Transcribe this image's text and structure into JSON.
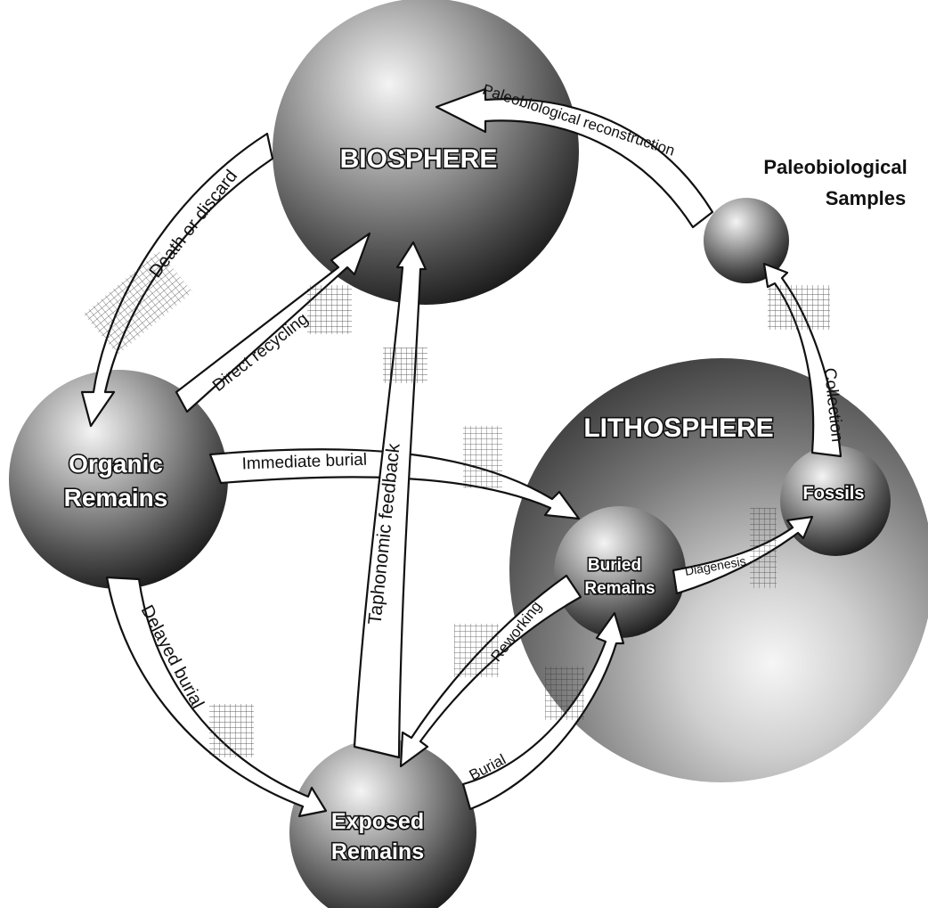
{
  "spheres": {
    "biosphere": "BIOSPHERE",
    "lithosphere": "LITHOSPHERE",
    "organic_remains": [
      "Organic",
      "Remains"
    ],
    "exposed_remains": [
      "Exposed",
      "Remains"
    ],
    "buried_remains": [
      "Buried",
      "Remains"
    ],
    "fossils": "Fossils",
    "paleobiological_samples": [
      "Paleobiological",
      "Samples"
    ]
  },
  "arrows": {
    "paleobiological_reconstruction": "Paleobiological reconstruction",
    "death_or_discard": "Death or discard",
    "direct_recycling": "Direct recycling",
    "immediate_burial": "Immediate burial",
    "taphonomic_feedback": "Taphonomic feedback",
    "delayed_burial": "Delayed burial",
    "reworking": "Reworking",
    "burial": "Burial",
    "diagenesis": "Diagenesis",
    "collection": "Collection"
  }
}
